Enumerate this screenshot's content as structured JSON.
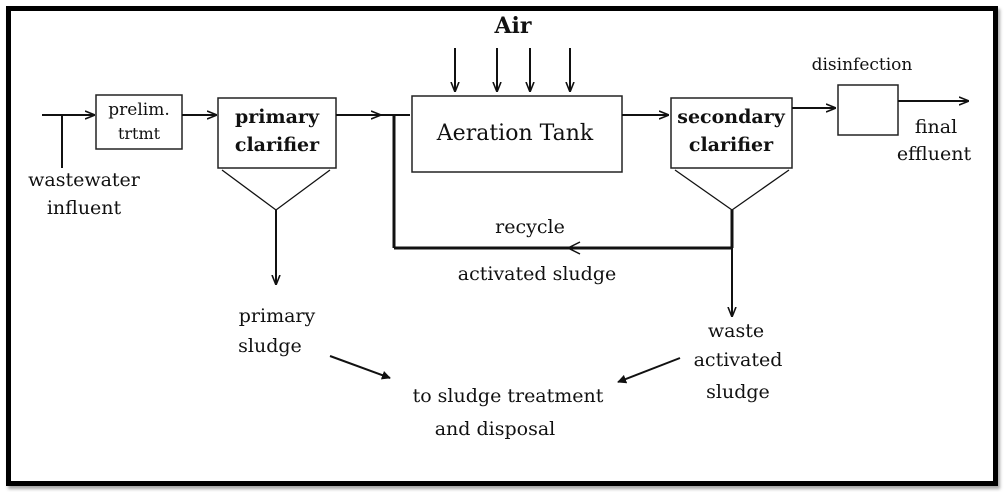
{
  "labels": {
    "air": "Air",
    "prelim_1": "prelim.",
    "prelim_2": "trtmt",
    "primary_clarifier_1": "primary",
    "primary_clarifier_2": "clarifier",
    "aeration_tank": "Aeration Tank",
    "secondary_clarifier_1": "secondary",
    "secondary_clarifier_2": "clarifier",
    "disinfection": "disinfection",
    "final_effluent_1": "final",
    "final_effluent_2": "effluent",
    "wastewater_influent_1": "wastewater",
    "wastewater_influent_2": "influent",
    "recycle": "recycle",
    "activated_sludge": "activated sludge",
    "primary_sludge_1": "primary",
    "primary_sludge_2": "sludge",
    "waste_activated_sludge_1": "waste",
    "waste_activated_sludge_2": "activated",
    "waste_activated_sludge_3": "sludge",
    "sludge_treatment_1": "to sludge treatment",
    "sludge_treatment_2": "and disposal"
  }
}
